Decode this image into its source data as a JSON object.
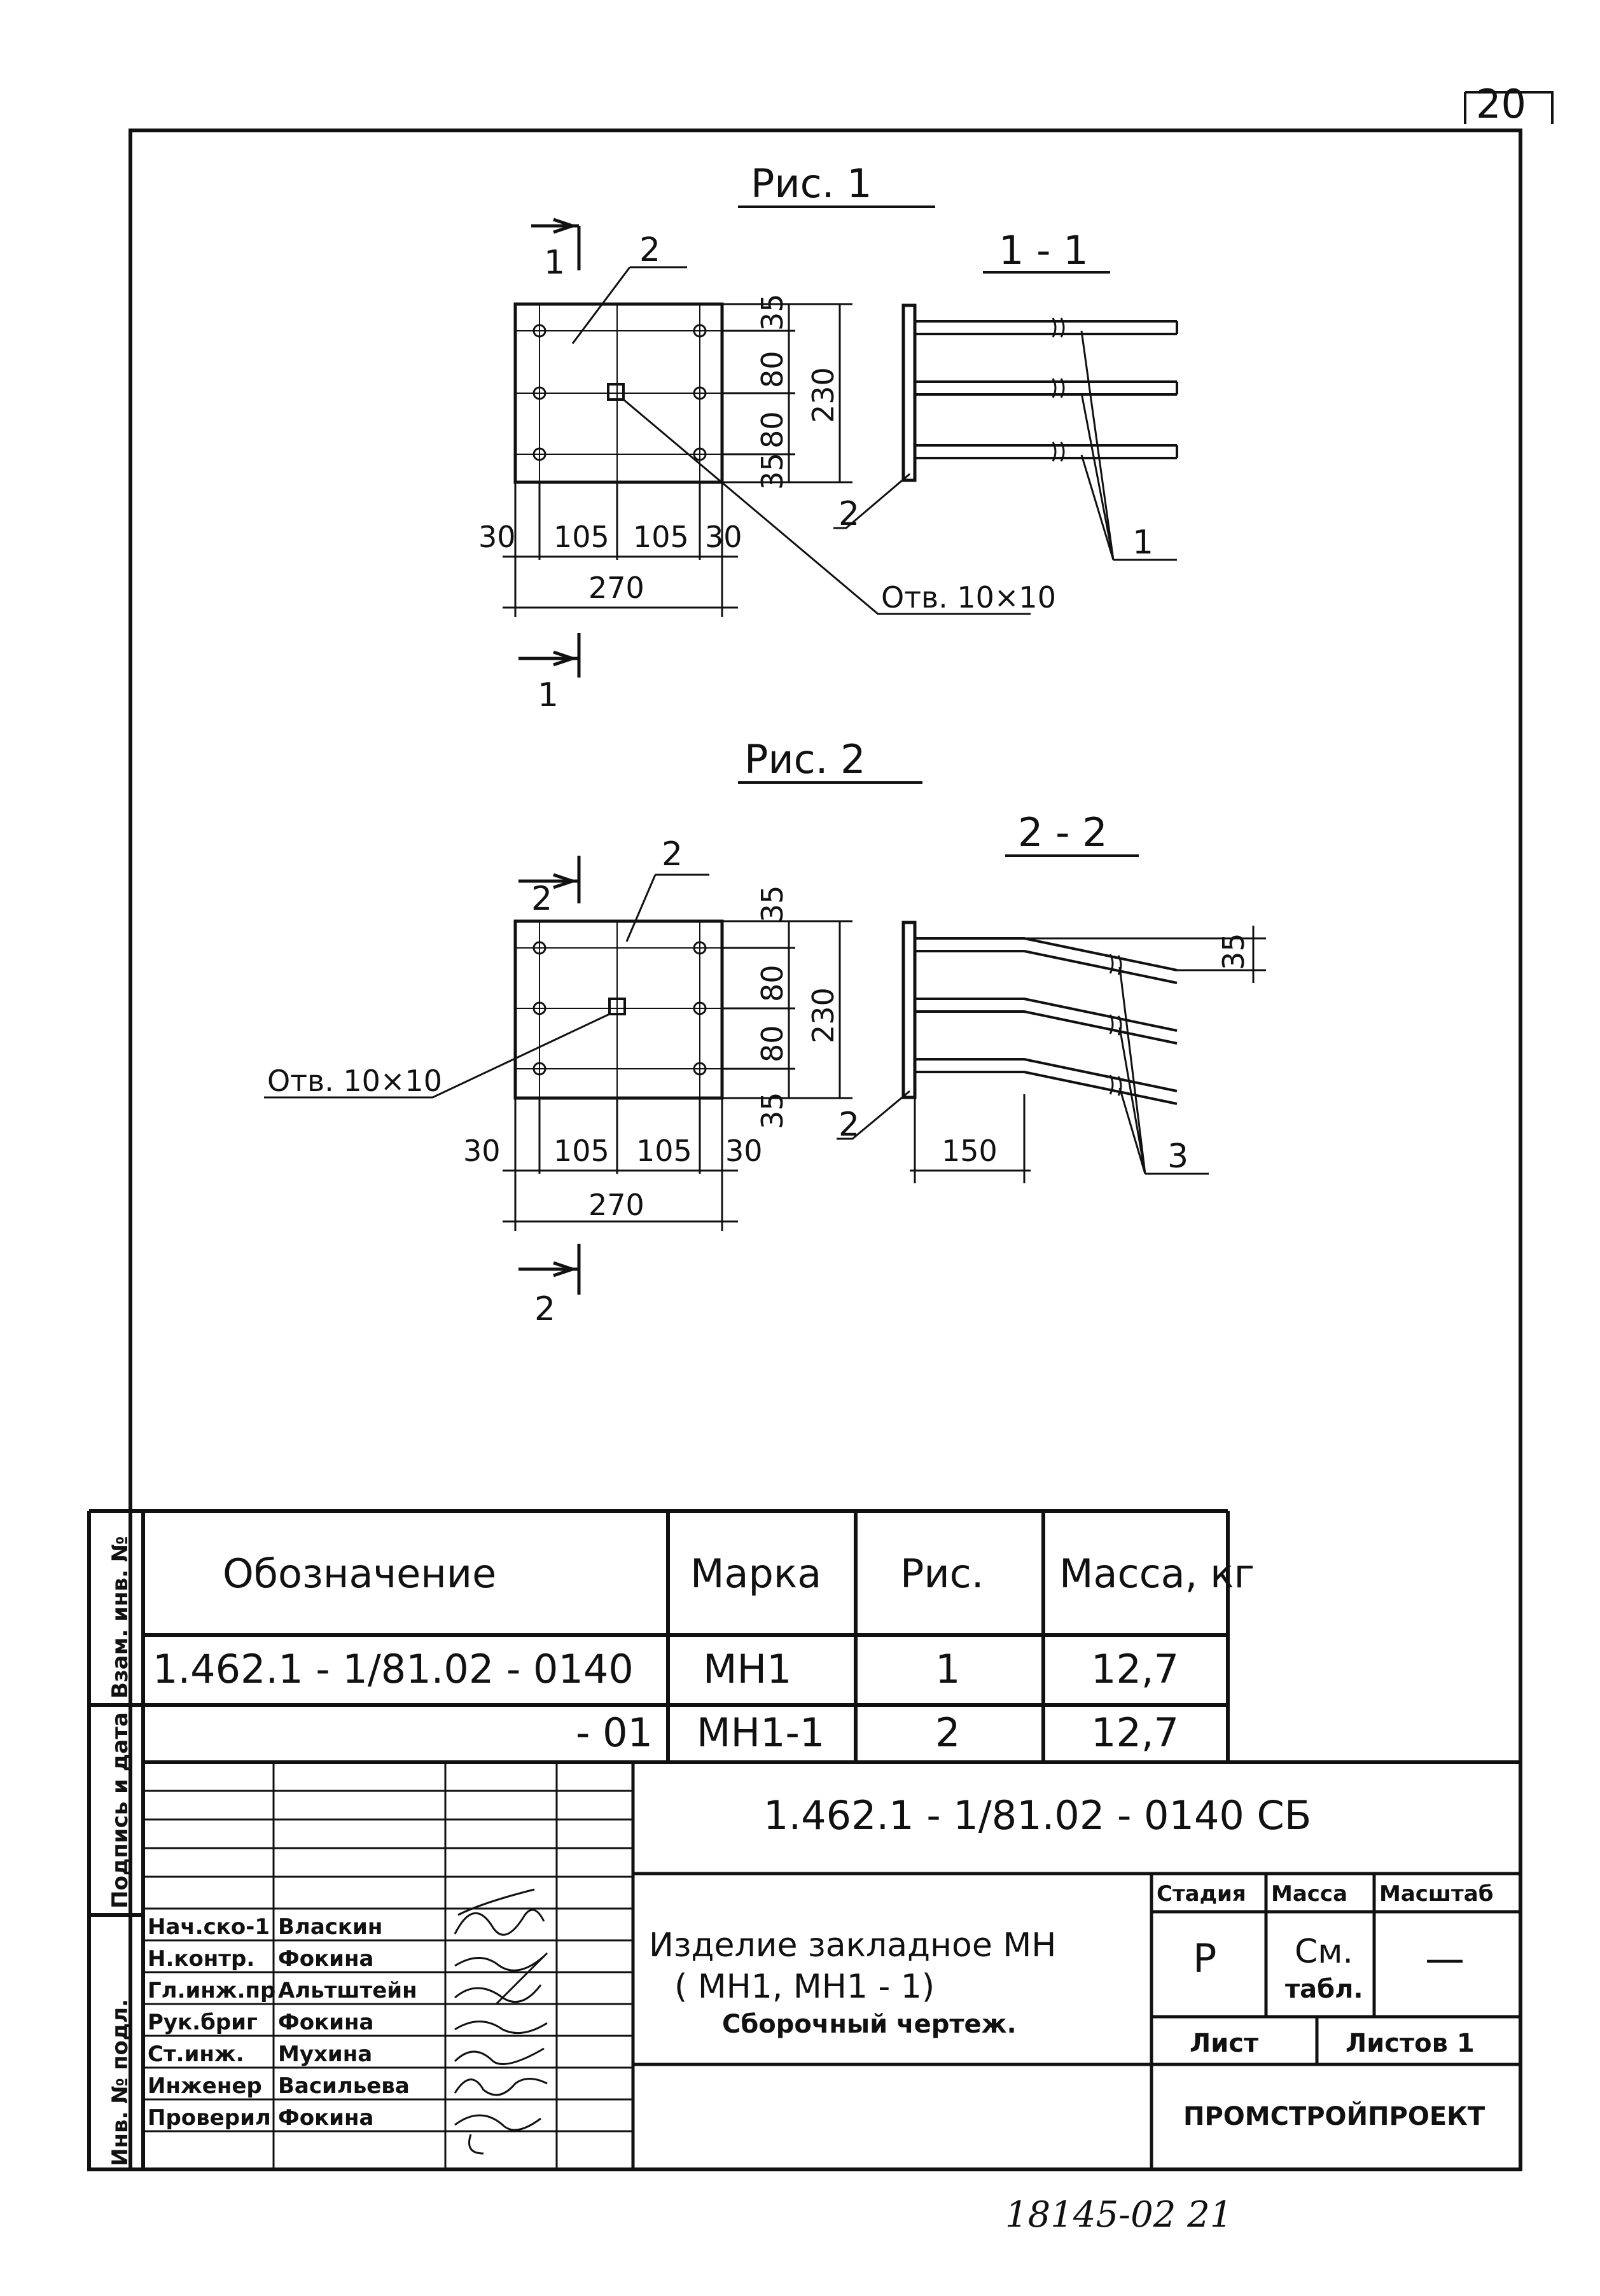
{
  "sheet_number": "20",
  "fig1": {
    "title": "Рис. 1",
    "section_label": "1 - 1",
    "section_mark": "1",
    "callout_plate": "2",
    "callout_bars": "1",
    "hole_label": "Отв. 10×10",
    "dims": {
      "top": "35",
      "mid1": "80",
      "mid2": "80",
      "bottom": "35",
      "height": "230",
      "left": "30",
      "c1": "105",
      "c2": "105",
      "right": "30",
      "width": "270"
    }
  },
  "fig2": {
    "title": "Рис. 2",
    "section_label": "2 - 2",
    "section_mark": "2",
    "callout_plate": "2",
    "callout_bars": "3",
    "hole_label": "Отв. 10×10",
    "dims": {
      "top": "35",
      "mid1": "80",
      "mid2": "80",
      "bottom": "35",
      "height": "230",
      "left": "30",
      "c1": "105",
      "c2": "105",
      "right": "30",
      "width": "270",
      "bend": "35",
      "straight": "150"
    }
  },
  "spec_table": {
    "headers": [
      "Обозначение",
      "Марка",
      "Рис.",
      "Масса, кг"
    ],
    "rows": [
      [
        "1.462.1 - 1/81.02 - 0140",
        "МН1",
        "1",
        "12,7"
      ],
      [
        "- 01",
        "МН1-1",
        "2",
        "12,7"
      ]
    ]
  },
  "side_stamps": [
    "Инв. № подл.",
    "Подпись и дата",
    "Взам. инв. №"
  ],
  "title_block": {
    "doc_code": "1.462.1 - 1/81.02 - 0140 СБ",
    "title_line1": "Изделие закладное МН",
    "title_line2": "( МН1, МН1 - 1)",
    "title_line3": "Сборочный чертеж.",
    "stage_header": "Стадия",
    "mass_header": "Масса",
    "scale_header": "Масштаб",
    "stage": "Р",
    "mass_line1": "См.",
    "mass_line2": "табл.",
    "scale": "—",
    "sheet_label": "Лист",
    "sheets_label": "Листов 1",
    "organization": "ПРОМСТРОЙПРОЕКТ",
    "signatures": [
      {
        "role": "Нач.ско-1",
        "name": "Власкин"
      },
      {
        "role": "Н.контр.",
        "name": "Фокина"
      },
      {
        "role": "Гл.инж.пр",
        "name": "Альтштейн"
      },
      {
        "role": "Рук.бриг",
        "name": "Фокина"
      },
      {
        "role": "Ст.инж.",
        "name": "Мухина"
      },
      {
        "role": "Инженер",
        "name": "Васильева"
      },
      {
        "role": "Проверил",
        "name": "Фокина"
      }
    ]
  },
  "archive_number": "18145-02 21"
}
